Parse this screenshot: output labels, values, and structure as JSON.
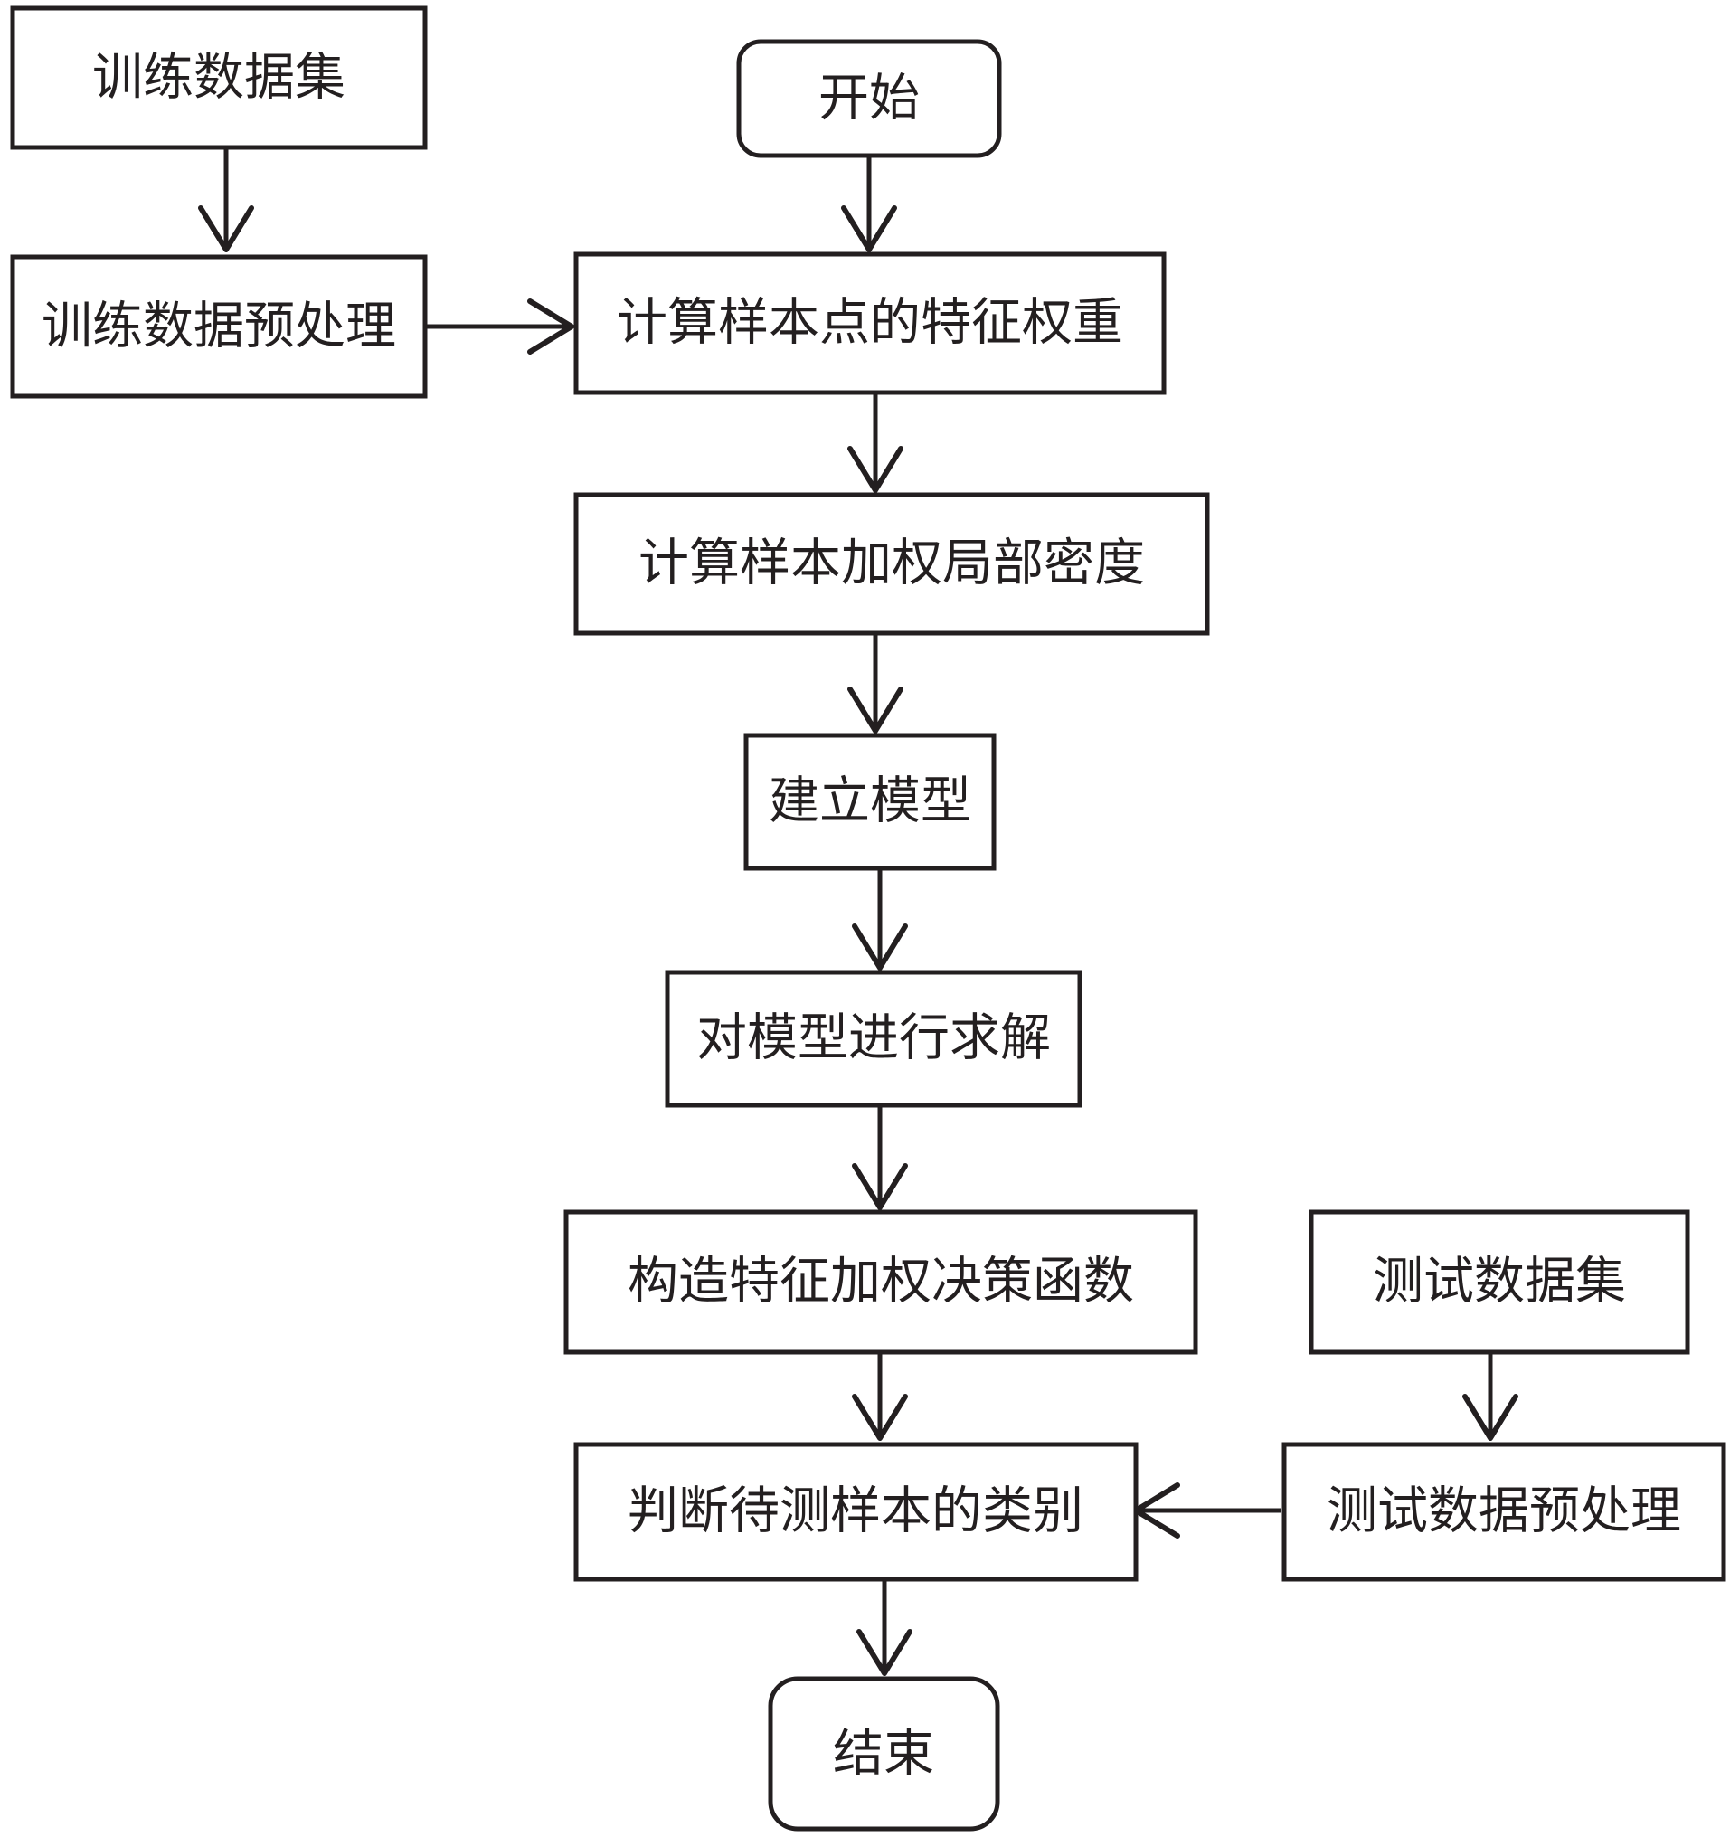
{
  "diagram": {
    "nodes": {
      "train_dataset": "训练数据集",
      "train_preprocess": "训练数据预处理",
      "start": "开始",
      "compute_feature_weights": "计算样本点的特征权重",
      "compute_weighted_density": "计算样本加权局部密度",
      "build_model": "建立模型",
      "solve_model": "对模型进行求解",
      "construct_decision_function": "构造特征加权决策函数",
      "test_dataset": "测试数据集",
      "test_preprocess": "测试数据预处理",
      "classify_sample": "判断待测样本的类别",
      "end": "结束"
    },
    "edges": [
      [
        "train_dataset",
        "train_preprocess"
      ],
      [
        "train_preprocess",
        "compute_feature_weights"
      ],
      [
        "start",
        "compute_feature_weights"
      ],
      [
        "compute_feature_weights",
        "compute_weighted_density"
      ],
      [
        "compute_weighted_density",
        "build_model"
      ],
      [
        "build_model",
        "solve_model"
      ],
      [
        "solve_model",
        "construct_decision_function"
      ],
      [
        "construct_decision_function",
        "classify_sample"
      ],
      [
        "test_dataset",
        "test_preprocess"
      ],
      [
        "test_preprocess",
        "classify_sample"
      ],
      [
        "classify_sample",
        "end"
      ]
    ],
    "colors": {
      "stroke": "#231f20",
      "text": "#231f20",
      "background": "#ffffff"
    }
  }
}
